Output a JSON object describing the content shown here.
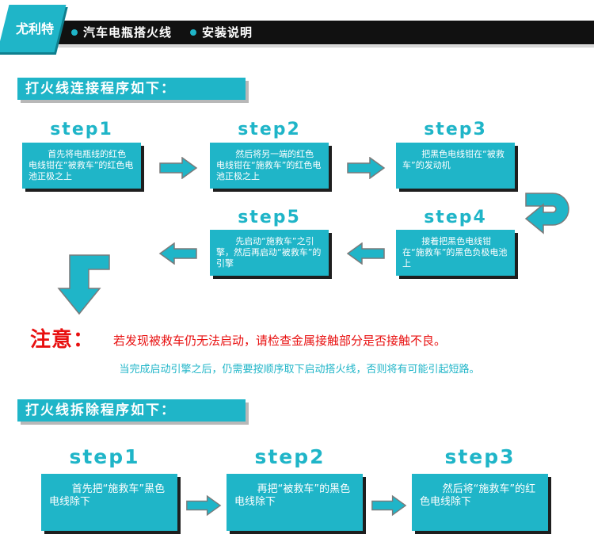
{
  "header": {
    "brand": "尤利特",
    "title": "汽车电瓶搭火线",
    "subtitle": "安装说明"
  },
  "connect": {
    "heading": "打火线连接程序如下：",
    "steps": [
      {
        "label": "step1",
        "text": "首先将电瓶线的红色电线钳在“被救车”的红色电池正极之上"
      },
      {
        "label": "step2",
        "text": "然后将另一端的红色电线钳在“施救车”的红色电池正极之上"
      },
      {
        "label": "step3",
        "text": "把黑色电线钳在“被救车”的发动机"
      },
      {
        "label": "step4",
        "text": "接着把黑色电线钳在“施救车”的黑色负极电池上"
      },
      {
        "label": "step5",
        "text": "先启动“施救车”之引擎，然后再启动“被救车”的引擎"
      }
    ]
  },
  "note": {
    "title": "注意：",
    "text": "若发现被救车仍无法启动，请检查金属接触部分是否接触不良。",
    "sub": "当完成启动引擎之后，仍需要按顺序取下启动搭火线，否则将有可能引起短路。"
  },
  "remove": {
    "heading": "打火线拆除程序如下：",
    "steps": [
      {
        "label": "step1",
        "text": "首先把“施救车”黑色电线除下"
      },
      {
        "label": "step2",
        "text": "再把“被救车”的黑色电线除下"
      },
      {
        "label": "step3",
        "text": "然后将“施救车”的红色电线除下"
      }
    ]
  },
  "colors": {
    "accent": "#1fb5c8",
    "warning": "#e81010",
    "header_bg": "#111111"
  }
}
